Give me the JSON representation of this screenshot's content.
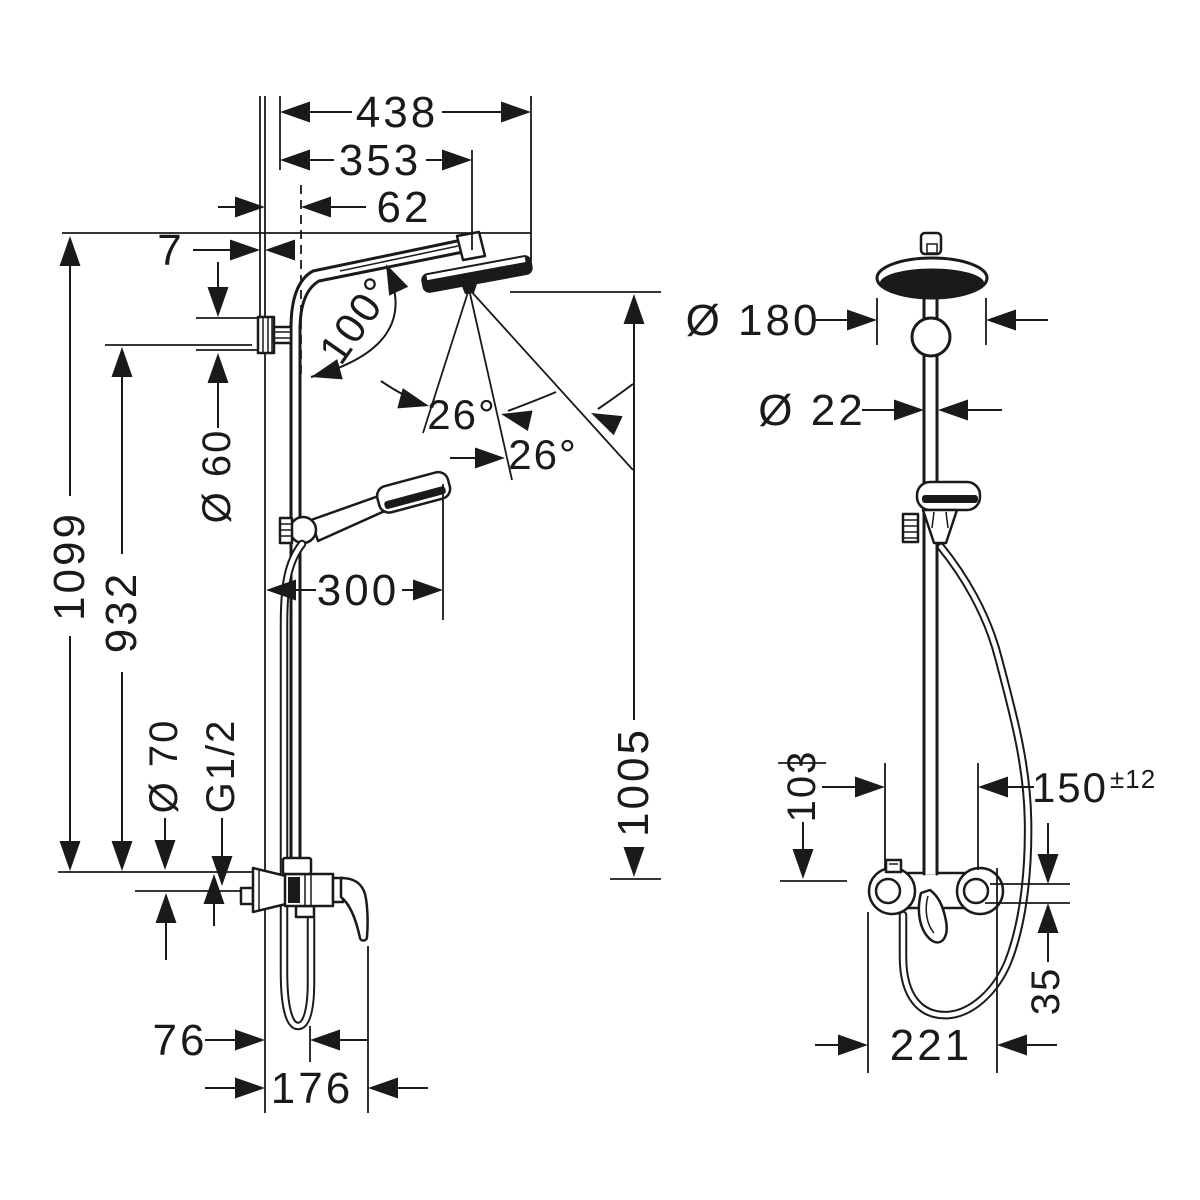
{
  "colors": {
    "line": "#1a1a1a",
    "background": "#ffffff"
  },
  "drawing": {
    "side": {
      "total_reach": "438",
      "reach_to_head_center": "353",
      "pipe_offset": "62",
      "wall_gap": "7",
      "swivel_angle": "100°",
      "spray_angle_left": "26°",
      "spray_angle_right": "26°",
      "bracket_diameter": "Ø 60",
      "height_total": "1099",
      "height_bracket": "932",
      "height_head": "1005",
      "handshower_reach": "300",
      "escutcheon_diameter": "Ø 70",
      "connection_thread": "G1/2",
      "hose_offset": "76",
      "lever_reach": "176"
    },
    "front": {
      "head_diameter": "Ø 180",
      "pipe_diameter": "Ø 22",
      "left_offset": "103",
      "connection_distance": "150",
      "connection_tolerance": "±12",
      "outlet_drop": "35",
      "mixer_width": "221"
    }
  }
}
